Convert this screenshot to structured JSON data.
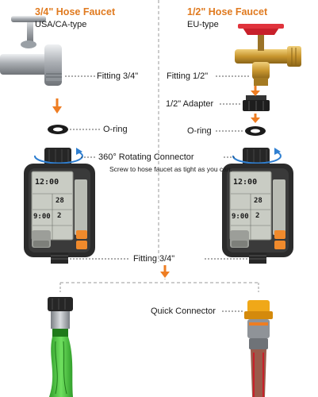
{
  "left_column": {
    "heading": "3/4\" Hose Faucet",
    "subtitle": "USA/CA-type",
    "fitting_label": "Fitting 3/4\"",
    "oring_label": "O-ring"
  },
  "right_column": {
    "heading": "1/2\" Hose Faucet",
    "subtitle": "EU-type",
    "fitting_label": "Fitting 1/2\"",
    "adapter_label": "1/2\" Adapter",
    "oring_label": "O-ring"
  },
  "connector": {
    "label": "360° Rotating Connector",
    "note": "Screw to hose faucet as tight as you can."
  },
  "outlet_fitting_label": "Fitting 3/4\"",
  "quick_connector_label": "Quick Connector",
  "timer_display": {
    "clock": "12:00",
    "run_time": "28",
    "how_often": "2",
    "start_time": "9:00"
  },
  "colors": {
    "heading_orange": "#e07a1f",
    "arrow_orange": "#ee7d22",
    "rotate_blue": "#2f7fd1",
    "timer_body": "#2b2b2b",
    "lcd": "#c9ccc4",
    "button_orange": "#f08a2c",
    "hose_green": "#3fbf36",
    "valve_red": "#c8202a",
    "brass": "#c8962e"
  }
}
